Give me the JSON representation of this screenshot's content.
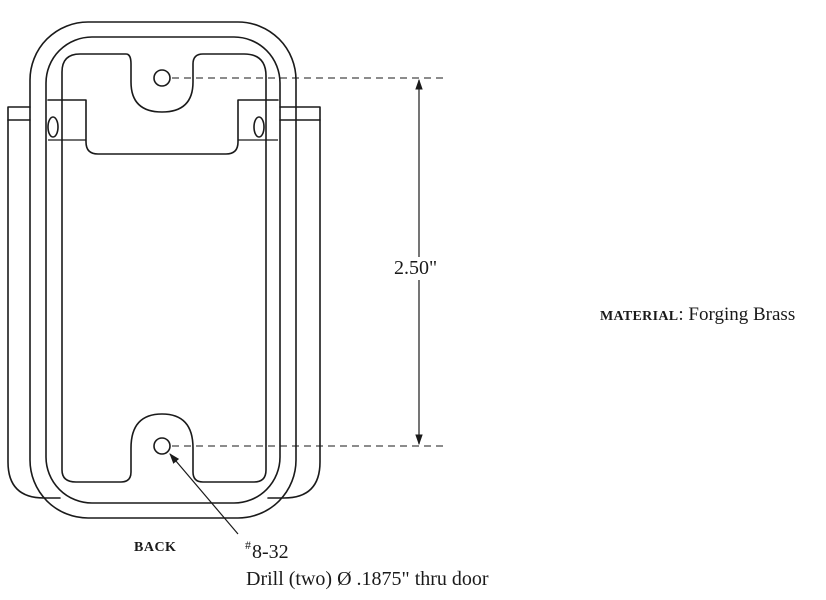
{
  "diagram": {
    "dimension": {
      "value": "2.50\""
    },
    "material": {
      "key": "MATERIAL",
      "separator": ": ",
      "value": "Forging Brass"
    },
    "view_label": "BACK",
    "screw": {
      "prefix": "#",
      "size": "8-32"
    },
    "drill_note": "Drill (two) Ø .1875\" thru door"
  }
}
